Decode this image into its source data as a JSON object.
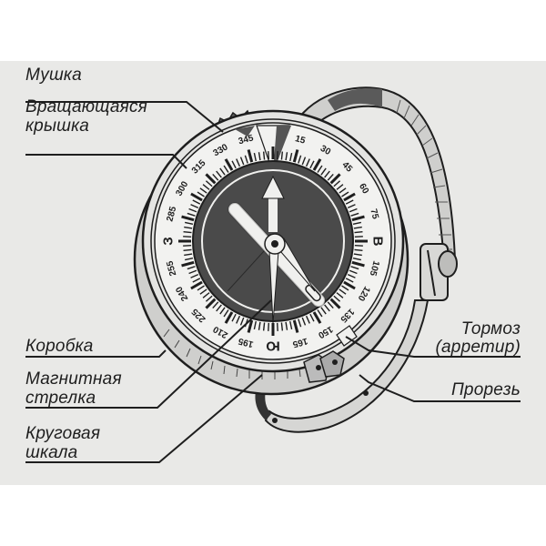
{
  "figure": {
    "background": "#e9e9e7",
    "ink": "#1e1e1e",
    "dial_face": "#4a4a4a"
  },
  "labels": {
    "sight": "Мушка",
    "rotating_cover_1": "Вращающаяся",
    "rotating_cover_2": "крышка",
    "housing": "Коробка",
    "magnetic_needle_1": "Магнитная",
    "magnetic_needle_2": "стрелка",
    "circular_scale_1": "Круговая",
    "circular_scale_2": "шкала",
    "brake_1": "Тормоз",
    "brake_2": "(арретир)",
    "slot": "Прорезь"
  },
  "dial": {
    "marks": [
      {
        "angle": 15,
        "text": "15"
      },
      {
        "angle": 30,
        "text": "30"
      },
      {
        "angle": 45,
        "text": "45"
      },
      {
        "angle": 60,
        "text": "60"
      },
      {
        "angle": 75,
        "text": "75"
      },
      {
        "angle": 90,
        "text": "В"
      },
      {
        "angle": 105,
        "text": "105"
      },
      {
        "angle": 120,
        "text": "120"
      },
      {
        "angle": 135,
        "text": "135"
      },
      {
        "angle": 150,
        "text": "150"
      },
      {
        "angle": 165,
        "text": "165"
      },
      {
        "angle": 180,
        "text": "Ю"
      },
      {
        "angle": 195,
        "text": "195"
      },
      {
        "angle": 210,
        "text": "210"
      },
      {
        "angle": 225,
        "text": "225"
      },
      {
        "angle": 240,
        "text": "240"
      },
      {
        "angle": 255,
        "text": "255"
      },
      {
        "angle": 270,
        "text": "З"
      },
      {
        "angle": 285,
        "text": "285"
      },
      {
        "angle": 300,
        "text": "300"
      },
      {
        "angle": 315,
        "text": "315"
      },
      {
        "angle": 330,
        "text": "330"
      },
      {
        "angle": 345,
        "text": "345"
      }
    ]
  }
}
